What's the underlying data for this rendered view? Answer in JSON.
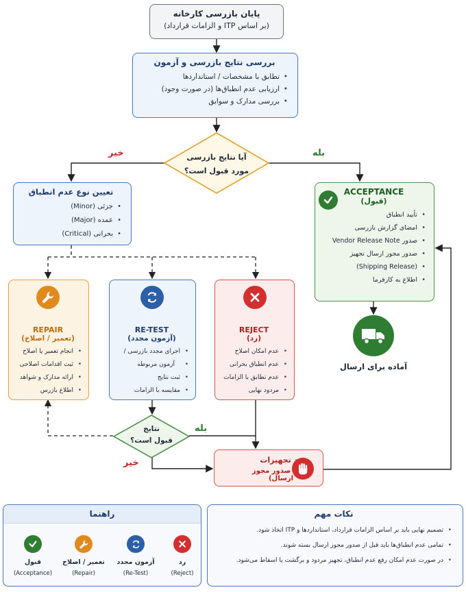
{
  "start": {
    "title": "پایان بازرسی کارخانه",
    "subtitle": "(بر اساس ITP و الزامات قرارداد)"
  },
  "review": {
    "title": "بررسی نتایج بازرسی و آزمون",
    "items": [
      "تطابق با مشخصات / استانداردها",
      "ارزیابی عدم انطباق‌ها (در صورت وجود)",
      "بررسی مدارک و سوابق"
    ]
  },
  "decision1": {
    "line1": "آیا نتایج بازرسی",
    "line2": "مورد قبول است؟",
    "no": "خیر",
    "yes": "بله"
  },
  "nc_type": {
    "title": "تعیین نوع عدم انطباق",
    "items": [
      "جزئی (Minor)",
      "عمده (Major)",
      "بحرانی (Critical)"
    ]
  },
  "acceptance": {
    "title_en": "ACCEPTANCE",
    "title_fa": "(قبول)",
    "items": [
      "تأیید انطباق",
      "امضای گزارش بازرسی",
      "صدور Vendor Release Note",
      "صدور مجوز ارسال تجهیز",
      "(Shipping Release)",
      "اطلاع به کارفرما"
    ]
  },
  "ready": {
    "label": "آماده برای ارسال"
  },
  "repair": {
    "title_en": "REPAIR",
    "title_fa": "(تعمیر / اصلاح)",
    "items": [
      "انجام تعمیر یا اصلاح",
      "ثبت اقدامات اصلاحی",
      "ارائه مدارک و شواهد",
      "اطلاع بازرس"
    ]
  },
  "retest": {
    "title_en": "RE-TEST",
    "title_fa": "(آزمون مجدد)",
    "items": [
      "اجرای مجدد بازرسی /",
      "آزمون مربوطه",
      "ثبت نتایج",
      "مقایسه با الزامات"
    ]
  },
  "reject": {
    "title_en": "REJECT",
    "title_fa": "(رد)",
    "items": [
      "عدم امکان اصلاح",
      "عدم انطباق بحرانی",
      "عدم تطابق با الزامات",
      "مردود نهایی"
    ]
  },
  "decision2": {
    "line1": "نتایج",
    "line2": "قبول است؟",
    "yes": "بله",
    "no": "خیر"
  },
  "reject_final": {
    "title": "رد تجهیزات",
    "subtitle": "(عدم صدور مجوز ارسال)"
  },
  "legend": {
    "title": "راهنما",
    "items": [
      {
        "fa": "قبول",
        "en": "(Acceptance)"
      },
      {
        "fa": "تعمیر / اصلاح",
        "en": "(Repair)"
      },
      {
        "fa": "آزمون مجدد",
        "en": "(Re-Test)"
      },
      {
        "fa": "رد",
        "en": "(Reject)"
      }
    ]
  },
  "notes": {
    "title": "نکات مهم",
    "items": [
      "تصمیم نهایی باید بر اساس الزامات قرارداد، استانداردها و ITP اتخاذ شود.",
      "تمامی عدم انطباق‌ها باید قبل از صدور مجوز ارسال بسته شوند.",
      "در صورت عدم امکان رفع عدم انطباق، تجهیز مردود و برگشت یا اسقاط می‌شود."
    ]
  },
  "colors": {
    "blue": "#2b5fa8",
    "green": "#2e7d32",
    "orange": "#e08a1e",
    "red": "#d32f2f",
    "dark_red": "#b71c1c"
  }
}
